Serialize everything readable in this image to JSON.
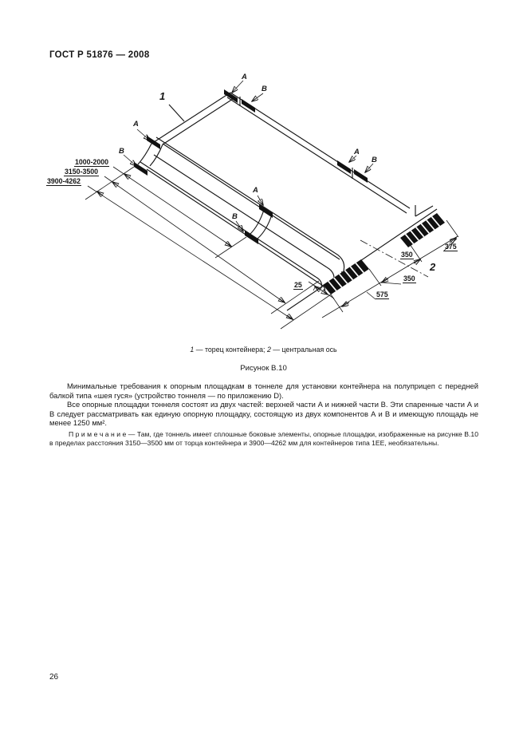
{
  "page": {
    "header": "ГОСТ Р 51876 — 2008",
    "page_number": "26"
  },
  "figure": {
    "callout_1": "1",
    "callout_2": "2",
    "label_a": "A",
    "label_b": "B",
    "dims": {
      "d1": "1000-2000",
      "d2": "3150-3500",
      "d3": "3900-4262",
      "d25": "25",
      "d575": "575",
      "d350_upper": "350",
      "d350_lower": "350",
      "d375": "375"
    },
    "caption": {
      "num1": "1",
      "text1": " — торец контейнера; ",
      "num2": "2",
      "text2": " — центральная ось"
    },
    "figure_label": "Рисунок В.10"
  },
  "body": {
    "para1": "Минимальные требования к опорным площадкам в тоннеле для установки контейнера на полуприцеп с передней балкой типа «шея гуся» (устройство тоннеля — по приложению D).",
    "para2": "Все опорные площадки тоннеля состоят из двух частей: верхней части А и нижней части В. Эти спаренные части А и В  следует рассматривать как единую опорную площадку, состоящую из двух компонентов А и В и имеющую площадь не менее 1250 мм².",
    "note": "П р и м е ч а н и е — Там, где тоннель имеет сплошные боковые элементы, опорные площадки, изображенные на рисунке В.10 в пределах расстояния 3150—3500 мм от торца контейнера и 3900—4262 мм для контейнеров типа 1ЕЕ, необязательны."
  }
}
